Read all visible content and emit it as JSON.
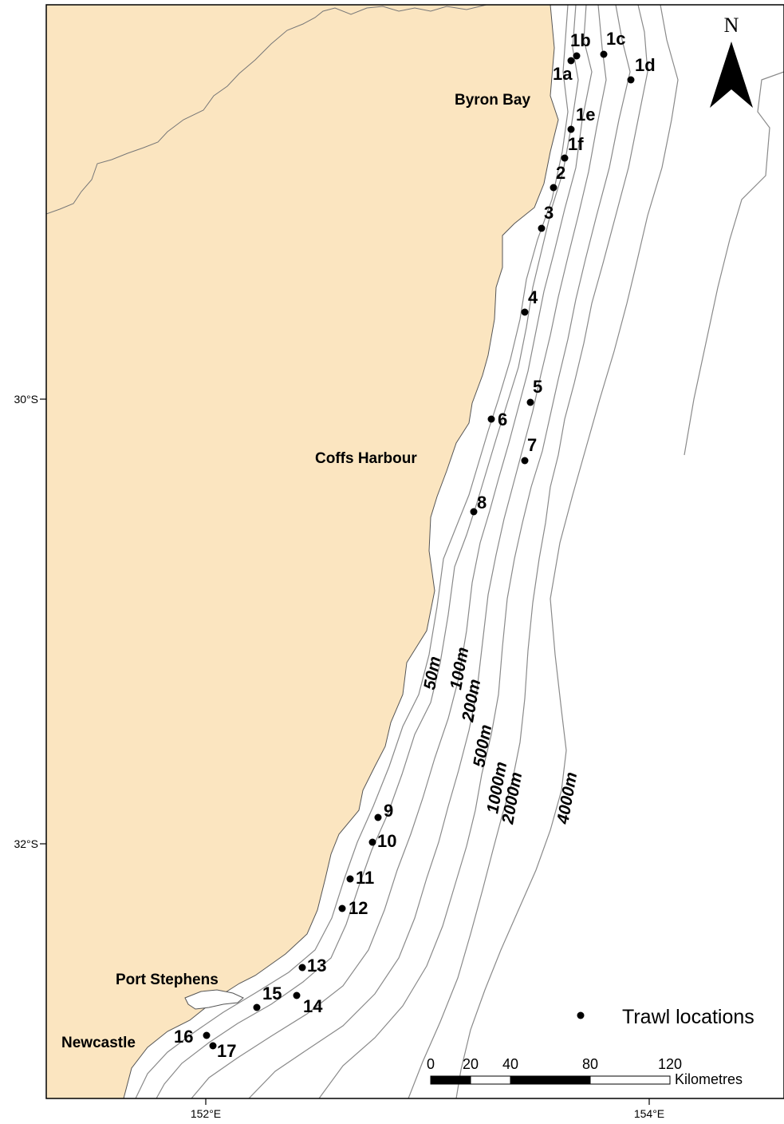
{
  "north_label": "N",
  "places": [
    {
      "name": "Byron Bay"
    },
    {
      "name": "Coffs Harbour"
    },
    {
      "name": "Port Stephens"
    },
    {
      "name": "Newcastle"
    }
  ],
  "sites": [
    "1a",
    "1b",
    "1c",
    "1d",
    "1e",
    "1f",
    "2",
    "3",
    "4",
    "5",
    "6",
    "7",
    "8",
    "9",
    "10",
    "11",
    "12",
    "13",
    "14",
    "15",
    "16",
    "17"
  ],
  "isobaths": [
    "50m",
    "100m",
    "200m",
    "500m",
    "1000m",
    "2000m",
    "4000m"
  ],
  "axes": {
    "lat_labels": [
      "30°S",
      "32°S"
    ],
    "lon_labels": [
      "152°E",
      "154°E"
    ]
  },
  "legend": {
    "label": "Trawl locations"
  },
  "scale_bar": {
    "ticks": [
      "0",
      "20",
      "40",
      "80",
      "120"
    ],
    "unit": "Kilometres"
  },
  "colors": {
    "land": "#fbe5c0",
    "ocean": "#ffffff",
    "contour": "#8a8a8a",
    "frame": "#000000"
  }
}
